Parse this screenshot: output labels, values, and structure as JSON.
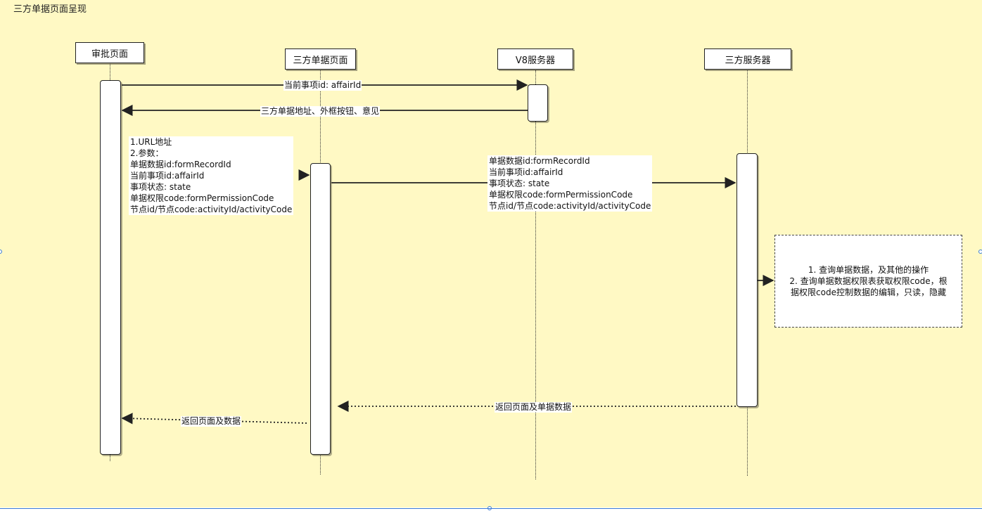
{
  "diagram": {
    "title": "三方单据页面呈现",
    "actors": {
      "approval": "审批页面",
      "third_page": "三方单据页面",
      "v8": "V8服务器",
      "third_server": "三方服务器"
    },
    "messages": {
      "m1": "当前事项id: affairId",
      "m2": "三方单据地址、外框按钮、意见",
      "m5": "返回页面及单据数据",
      "m6": "返回页面及数据"
    },
    "note_left": [
      "1.URL地址",
      "2.参数：",
      "单据数据id:formRecordId",
      "当前事项id:affairId",
      "事项状态: state",
      "单据权限code:formPermissionCode",
      "节点id/节点code:activityId/activityCode"
    ],
    "note_mid": [
      "单据数据id:formRecordId",
      "当前事项id:affairId",
      "事项状态: state",
      "单据权限code:formPermissionCode",
      "节点id/节点code:activityId/activityCode"
    ],
    "comment": [
      "1. 查询单据数据，及其他的操作",
      "2. 查询单据数据权限表获取权限code，根",
      "据权限code控制数据的编辑，只读，隐藏"
    ]
  }
}
